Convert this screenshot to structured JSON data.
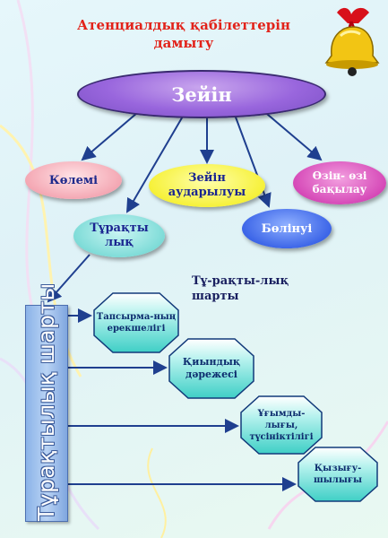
{
  "title": {
    "line1": "Атенциалдық қабілеттерін",
    "line2": "дамыту"
  },
  "center_node": "Зейін",
  "properties": [
    {
      "id": "kolemi",
      "label": "Көлемі"
    },
    {
      "id": "turaktylyk",
      "line1": "Тұрақты",
      "line2": "лық"
    },
    {
      "id": "aud",
      "line1": "Зейін",
      "line2": "аударылуы"
    },
    {
      "id": "bolinui",
      "label": "Бөлінуі"
    },
    {
      "id": "ozin",
      "line1": "Өзін- өзі",
      "line2": "бақылау"
    }
  ],
  "subheading": {
    "line1": "Тұ-рақты-лық",
    "line2": "шарты"
  },
  "vertical_bar_label": "Тұрақтылық шарты",
  "conditions": [
    {
      "line1": "Тапсырма-ның",
      "line2": "ерекшелігі"
    },
    {
      "line1": "Қиындық",
      "line2": "дәрежесі"
    },
    {
      "line1": "Ұғымды-",
      "line2": "лығы,",
      "line3": "түсініктілігі"
    },
    {
      "line1": "Қызығу-",
      "line2": "шылығы"
    }
  ],
  "colors": {
    "title": "#e2231a",
    "center": "#9966dd",
    "arrow": "#1f3f8f",
    "octagon_fill": "#6fe0d8"
  },
  "icons": {
    "bell": "bell-icon"
  }
}
